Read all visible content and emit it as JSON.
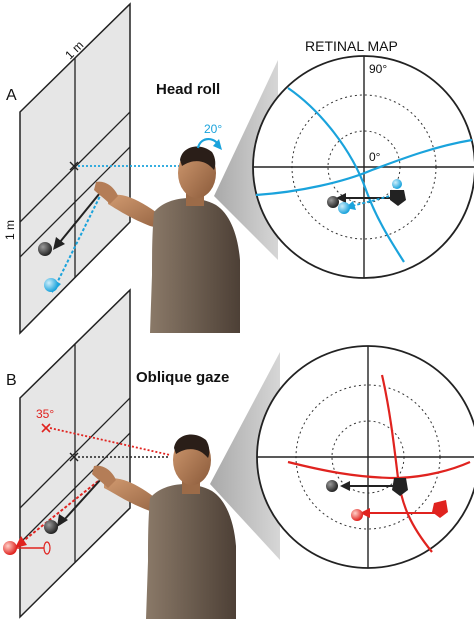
{
  "panels": [
    {
      "letter": "A",
      "title": "Head roll",
      "angle_label": "20°",
      "scale_top": "1 m",
      "scale_side": "1 m",
      "map_title": "RETINAL MAP",
      "tick_90": "90°",
      "tick_0": "0°"
    },
    {
      "letter": "B",
      "title": "Oblique gaze",
      "angle_label": "35°"
    }
  ],
  "colors": {
    "panel_a_accent": "#1aa3dc",
    "panel_b_accent": "#e0231f",
    "board_fill": "#e6e6e6",
    "ball_dark": "#3a3a3a",
    "skin": "#b07a55",
    "shirt": "#6b5a4a"
  },
  "icons": [
    "person-figure",
    "hand-icon",
    "target-ball",
    "gaze-line"
  ]
}
